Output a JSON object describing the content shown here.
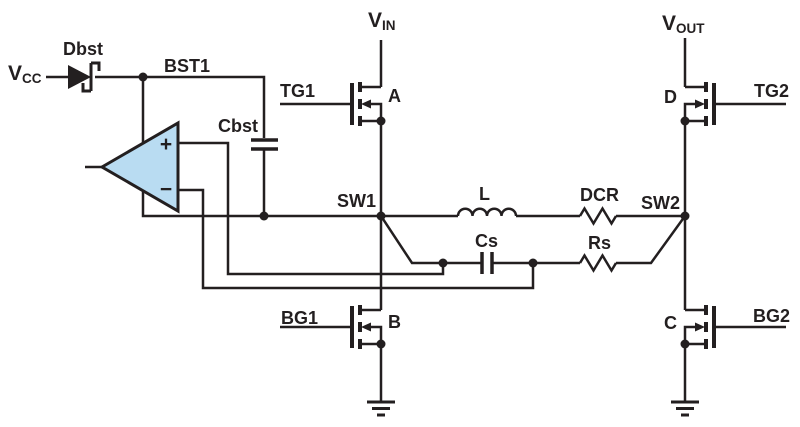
{
  "supplies": {
    "vcc": {
      "base": "V",
      "sub": "CC"
    },
    "vin": {
      "base": "V",
      "sub": "IN"
    },
    "vout": {
      "base": "V",
      "sub": "OUT"
    }
  },
  "components": {
    "dbst": "Dbst",
    "bst1": "BST1",
    "cbst": "Cbst",
    "tg1": "TG1",
    "tg2": "TG2",
    "bg1": "BG1",
    "bg2": "BG2",
    "inductor": "L",
    "dcr": "DCR",
    "cs": "Cs",
    "rs": "Rs"
  },
  "nodes": {
    "sw1": "SW1",
    "sw2": "SW2",
    "a": "A",
    "b": "B",
    "c": "C",
    "d": "D"
  },
  "opamp": {
    "plus": "+",
    "minus": "−"
  },
  "colors": {
    "ink": "#231f20",
    "opamp_fill": "#b9dcf2",
    "background": "#ffffff"
  }
}
